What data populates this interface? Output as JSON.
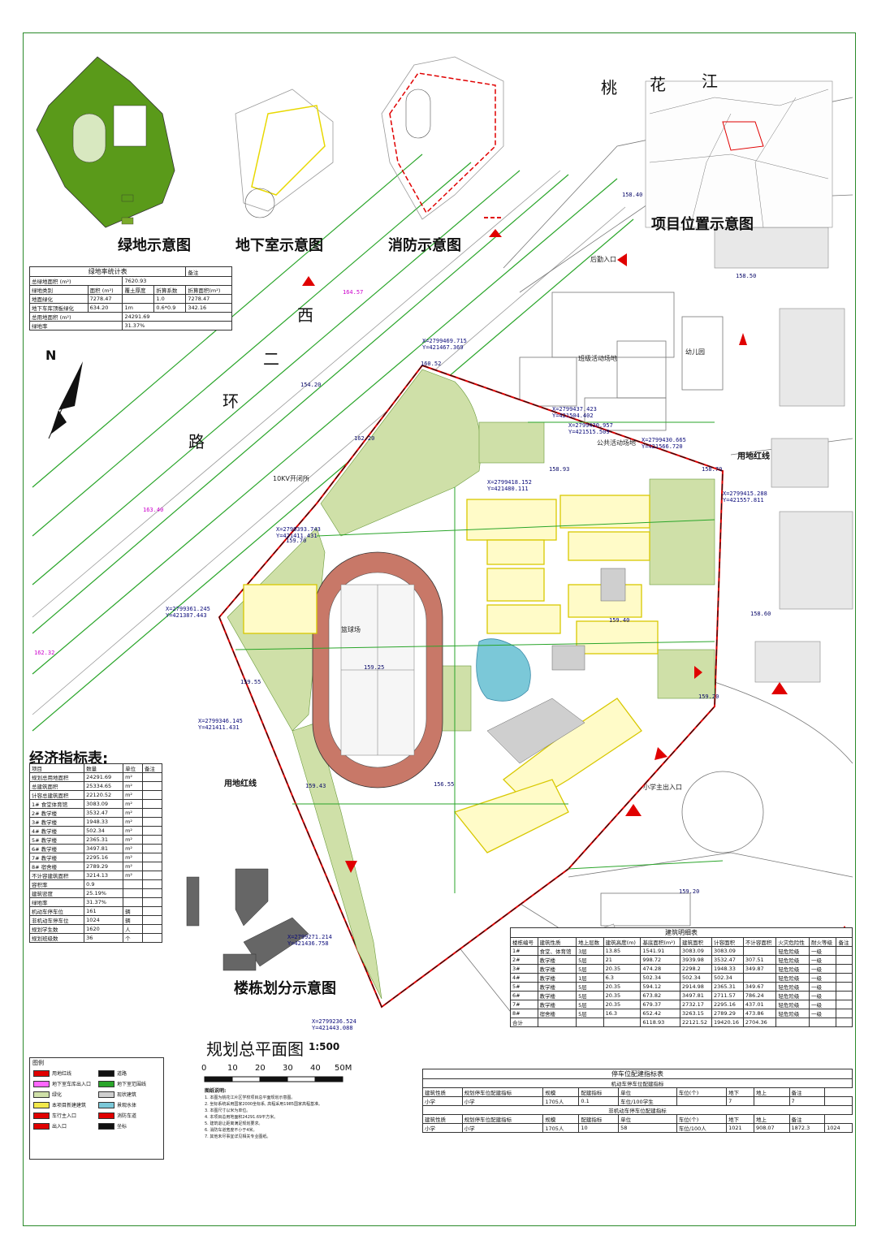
{
  "titles": {
    "green_diagram": "绿地示意图",
    "basement_diagram": "地下室示意图",
    "fire_diagram": "消防示意图",
    "location_diagram": "项目位置示意图",
    "economic_table": "经济指标表:",
    "building_division": "楼栋划分示意图",
    "master_plan": "规划总平面图",
    "master_plan_scale": "1:500",
    "building_table": "建筑明细表",
    "parking_table": "停车位配建指标表"
  },
  "map_labels": {
    "river": [
      "桃",
      "花",
      "江"
    ],
    "road": [
      "西",
      "二",
      "环",
      "路"
    ],
    "north": "N",
    "land_red_line_left": "用地红线",
    "land_red_line_right": "用地红线",
    "public_space": "公共活动场地",
    "rear_entrance": "后勤入口",
    "kindergarten": "幼儿园",
    "class_activity": "班级活动场地",
    "kv_station": "10KV开闭所",
    "playground": "篮球场",
    "main_entrance": "小学主出入口"
  },
  "scale_bar": {
    "ticks": [
      "0",
      "10",
      "20",
      "30",
      "40",
      "50M"
    ]
  },
  "green_stats": {
    "title": "绿地率统计表",
    "note_col": "备注",
    "rows": [
      [
        "总绿地面积 (m²)",
        "",
        "7620.93"
      ],
      [
        "绿地类别",
        "面积 (m²)",
        "覆土厚度",
        "折算系数",
        "折算面积(m²)"
      ],
      [
        "地面绿化",
        "7278.47",
        "",
        "1.0",
        "7278.47"
      ],
      [
        "地下车库顶板绿化",
        "634.20",
        "1m",
        "0.6*0.9",
        "342.16"
      ],
      [
        "总用地面积 (m²)",
        "",
        "24291.69"
      ],
      [
        "绿地率",
        "",
        "31.37%"
      ]
    ]
  },
  "coordinates": [
    {
      "x": "X=2799469.715",
      "y": "Y=421467.369"
    },
    {
      "x": "X=2799437.423",
      "y": "Y=421504.402"
    },
    {
      "x": "X=2799430.957",
      "y": "Y=421515.509"
    },
    {
      "x": "X=2799430.665",
      "y": "Y=421566.720"
    },
    {
      "x": "X=2799418.152",
      "y": "Y=421480.111"
    },
    {
      "x": "X=2799415.288",
      "y": "Y=421557.811"
    },
    {
      "x": "X=2799393.743",
      "y": "Y=421411.431"
    },
    {
      "x": "X=2799361.245",
      "y": "Y=421387.443"
    },
    {
      "x": "X=2799346.145",
      "y": "Y=421411.431"
    },
    {
      "x": "X=2799271.214",
      "y": "Y=421436.758"
    },
    {
      "x": "X=2799236.524",
      "y": "Y=421443.088"
    }
  ],
  "elevations": [
    "160.52",
    "154.20",
    "162.20",
    "159.70",
    "159.55",
    "159.40",
    "158.93",
    "158.70",
    "159.25",
    "159.20",
    "156.55",
    "158.60",
    "159.43",
    "159.20",
    "158.40",
    "158.50",
    "164.57",
    "163.40",
    "162.32"
  ],
  "economic": {
    "header": [
      "项目",
      "数量",
      "单位",
      "备注"
    ],
    "rows": [
      [
        "规划总用地面积",
        "24291.69",
        "m²"
      ],
      [
        "总建筑面积",
        "25334.65",
        "m²"
      ],
      [
        "计容总建筑面积",
        "22120.52",
        "m²"
      ],
      [
        "1# 食堂体育馆",
        "3083.09",
        "m²"
      ],
      [
        "2# 教学楼",
        "3532.47",
        "m²"
      ],
      [
        "3# 教学楼",
        "1948.33",
        "m²"
      ],
      [
        "4# 教学楼",
        "502.34",
        "m²"
      ],
      [
        "5# 教学楼",
        "2365.31",
        "m²"
      ],
      [
        "6# 教学楼",
        "3497.81",
        "m²"
      ],
      [
        "7# 教学楼",
        "2295.16",
        "m²"
      ],
      [
        "8# 宿舍楼",
        "2789.29",
        "m²"
      ],
      [
        "不计容建筑面积",
        "3214.13",
        "m²"
      ],
      [
        "容积率",
        "0.9",
        ""
      ],
      [
        "建筑密度",
        "25.19%",
        ""
      ],
      [
        "绿地率",
        "31.37%",
        ""
      ],
      [
        "机动车停车位",
        "161",
        "辆"
      ],
      [
        "非机动车停车位",
        "1024",
        "辆"
      ],
      [
        "规划学生数",
        "1620",
        "人"
      ],
      [
        "规划班级数",
        "36",
        "个"
      ]
    ]
  },
  "buildings": {
    "header": [
      "楼栋编号",
      "建筑性质",
      "地上层数",
      "建筑高度(m)",
      "基底面积(m²)",
      "建筑面积",
      "计容面积",
      "不计容面积",
      "火灾危险性",
      "耐火等级",
      "备注"
    ],
    "rows": [
      [
        "1#",
        "食堂、体育馆",
        "3层",
        "13.85",
        "1541.91",
        "3083.09",
        "3083.09",
        "",
        "轻危险级",
        "一级"
      ],
      [
        "2#",
        "教学楼",
        "5层",
        "21",
        "998.72",
        "3939.98",
        "3532.47",
        "307.51",
        "轻危险级",
        "一级"
      ],
      [
        "3#",
        "教学楼",
        "5层",
        "20.35",
        "474.28",
        "2298.2",
        "1948.33",
        "349.87",
        "轻危险级",
        "一级"
      ],
      [
        "4#",
        "教学楼",
        "1层",
        "6.3",
        "502.34",
        "502.34",
        "502.34",
        "",
        "轻危险级",
        "一级"
      ],
      [
        "5#",
        "教学楼",
        "5层",
        "20.35",
        "594.12",
        "2914.98",
        "2365.31",
        "349.67",
        "轻危险级",
        "一级"
      ],
      [
        "6#",
        "教学楼",
        "5层",
        "20.35",
        "673.82",
        "3497.81",
        "2711.57",
        "786.24",
        "轻危险级",
        "一级"
      ],
      [
        "7#",
        "教学楼",
        "5层",
        "20.35",
        "679.37",
        "2732.17",
        "2295.16",
        "437.01",
        "轻危险级",
        "一级"
      ],
      [
        "8#",
        "宿舍楼",
        "5层",
        "16.3",
        "652.42",
        "3263.15",
        "2789.29",
        "473.86",
        "轻危险级",
        "一级"
      ],
      [
        "合计",
        "",
        "",
        "",
        "6118.93",
        "22121.52",
        "19420.16",
        "2704.36",
        "",
        ""
      ]
    ]
  },
  "parking": {
    "sub1": "机动车停车位配建指标",
    "sub2": "非机动车停车位配建指标",
    "row1": [
      "建筑性质",
      "规划停车位配建指标",
      "规模",
      "配建指标",
      "单位",
      "车位(个)",
      "地下",
      "地上",
      "备注"
    ],
    "row2": [
      "小学",
      "小学",
      "1705人",
      "0.1",
      "车位/100学生",
      "",
      "7",
      "",
      "7",
      ""
    ],
    "row3": [
      "建筑性质",
      "规划停车位配建指标",
      "规模",
      "配建指标",
      "单位",
      "车位(个)",
      "地下",
      "地上",
      "备注"
    ],
    "row4": [
      "小学",
      "小学",
      "1705人",
      "10",
      "58",
      "车位/100人",
      "1021",
      "908.07",
      "1872.3",
      "1024"
    ]
  },
  "legend": {
    "title": "图例",
    "items": [
      "用地红线",
      "道路",
      "地下室车库出入口",
      "地下室范围线",
      "绿化",
      "现状建筑",
      "本项目新建建筑",
      "景观水体",
      "车行主入口",
      "消防车道",
      "出入口",
      "坐标"
    ]
  },
  "notes": {
    "title": "图纸说明:",
    "lines": [
      "1. 本图为桃花江片区学校项目总平面规划示意图。",
      "2. 坐标系统采用国家2000坐标系, 高程采用1985国家高程基准。",
      "3. 本图尺寸以米为单位。",
      "4. 本项目总用地面积24291.69平方米。",
      "5. 建筑退让距离满足规划要求。",
      "6. 消防车道宽度不小于4米。",
      "7. 其他未尽事宜详见相关专业图纸。"
    ]
  },
  "colors": {
    "frame": "#2a8a2a",
    "green_space": "#cfe0a8",
    "dark_green": "#5a9a1a",
    "red_line": "#e00000",
    "road_green": "#2aa52a",
    "building_yellow": "#f2e84a",
    "track_red": "#c87868",
    "water": "#7bc8d8"
  }
}
